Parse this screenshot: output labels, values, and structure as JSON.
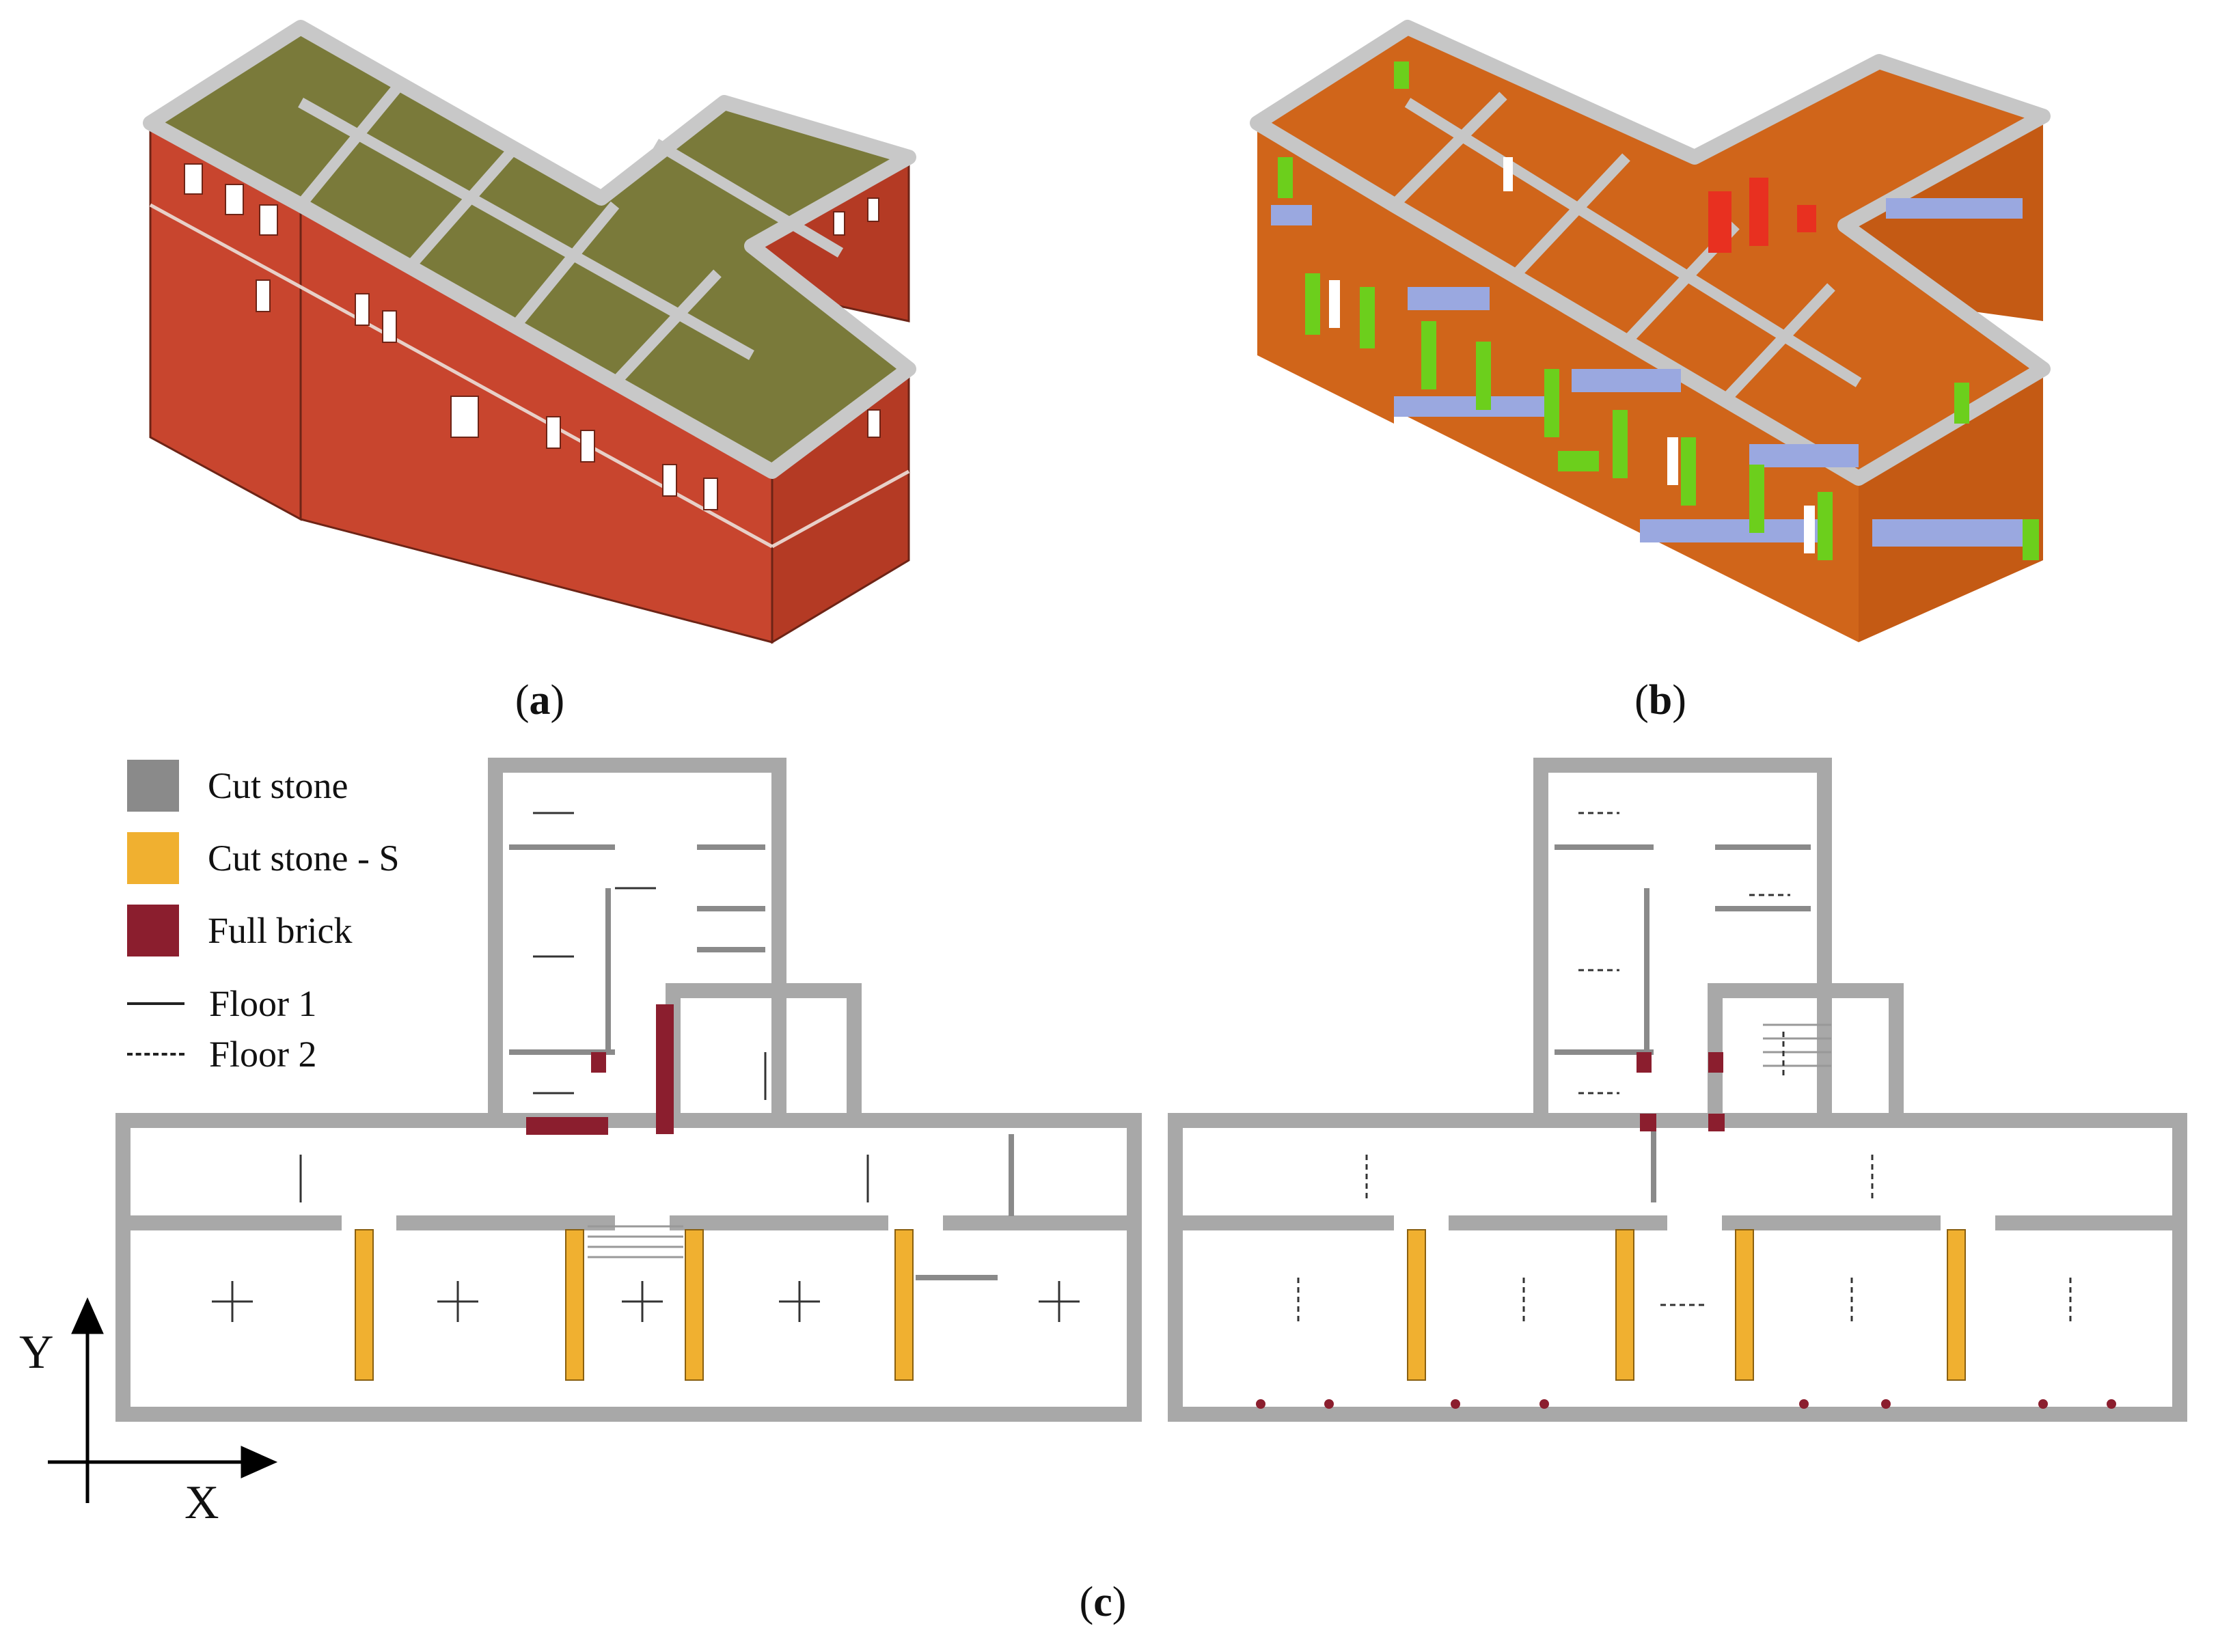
{
  "figure": {
    "captions": {
      "a": "a",
      "b": "b",
      "c": "c"
    },
    "legend": {
      "items": [
        {
          "label": "Cut stone",
          "color": "#8a8a8a"
        },
        {
          "label": "Cut stone - S",
          "color": "#f0b030"
        },
        {
          "label": "Full brick",
          "color": "#8b1e2e"
        }
      ],
      "lines": [
        {
          "label": "Floor 1",
          "style": "solid"
        },
        {
          "label": "Floor 2",
          "style": "dashed"
        }
      ]
    },
    "axes": {
      "y": "Y",
      "x": "X"
    }
  },
  "colors": {
    "brick": "#c8452e",
    "roof_top": "#c8c8c8",
    "interior": "#7a7a3a",
    "model_orange": "#d0651a",
    "model_blue": "#9aa8e0",
    "model_green": "#6ccf1c",
    "model_red": "#e83020",
    "wall_grey": "#c6c6c6"
  }
}
